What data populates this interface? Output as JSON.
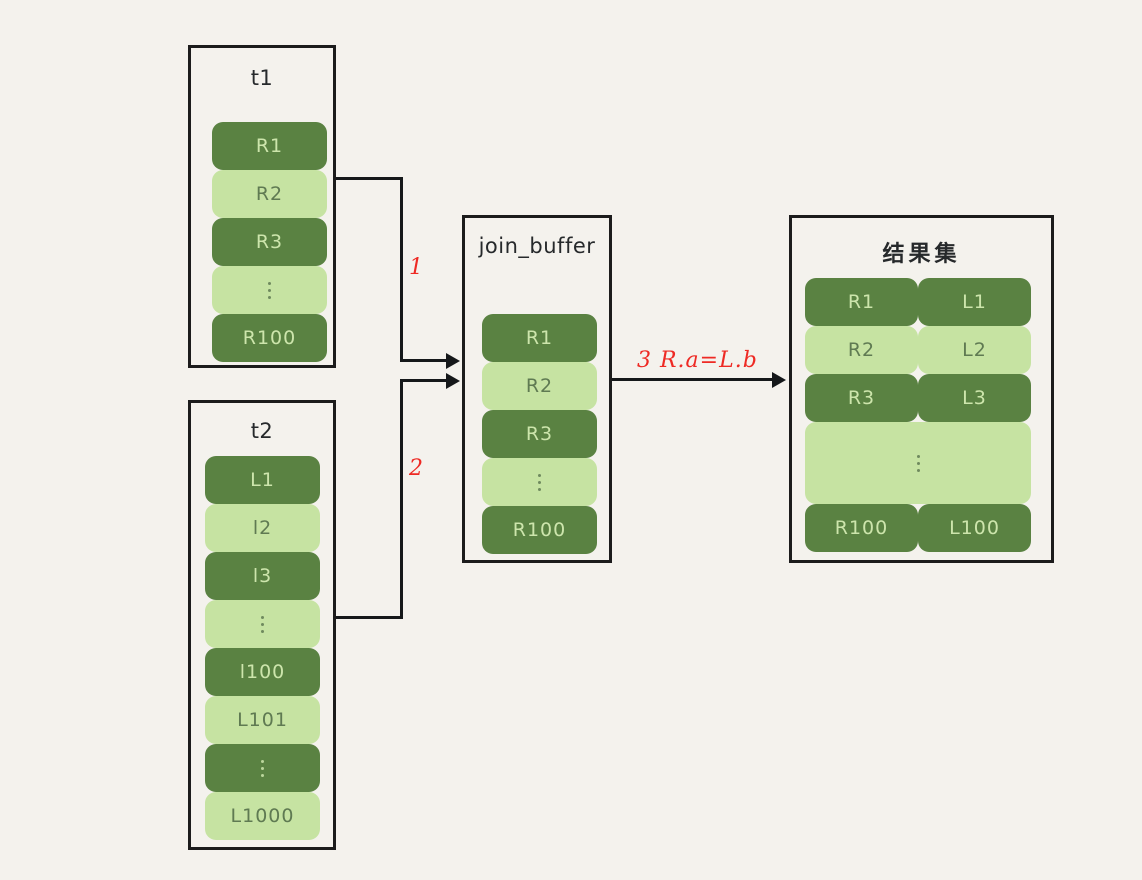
{
  "diagram": {
    "title_hint": "MySQL Block Nested Loop Join (join_buffer) diagram",
    "background_color": "#f4f2ed",
    "colors": {
      "dark_green": "#5a8242",
      "light_green": "#c6e3a2",
      "annotation_red": "#ee2a24",
      "border": "#1c1c1c"
    }
  },
  "tables": {
    "t1": {
      "label": "t1",
      "rows": [
        {
          "text": "R1",
          "tone": "dark"
        },
        {
          "text": "R2",
          "tone": "light"
        },
        {
          "text": "R3",
          "tone": "dark"
        },
        {
          "text": "",
          "tone": "light",
          "ellipsis": true
        },
        {
          "text": "R100",
          "tone": "dark"
        }
      ]
    },
    "t2": {
      "label": "t2",
      "rows": [
        {
          "text": "L1",
          "tone": "dark"
        },
        {
          "text": "l2",
          "tone": "light"
        },
        {
          "text": "l3",
          "tone": "dark"
        },
        {
          "text": "",
          "tone": "light",
          "ellipsis": true
        },
        {
          "text": "l100",
          "tone": "dark"
        },
        {
          "text": "L101",
          "tone": "light"
        },
        {
          "text": "",
          "tone": "dark",
          "ellipsis": true
        },
        {
          "text": "L1000",
          "tone": "light"
        }
      ]
    },
    "join_buffer": {
      "label": "join_buffer",
      "rows": [
        {
          "text": "R1",
          "tone": "dark"
        },
        {
          "text": "R2",
          "tone": "light"
        },
        {
          "text": "R3",
          "tone": "dark"
        },
        {
          "text": "",
          "tone": "light",
          "ellipsis": true
        },
        {
          "text": "R100",
          "tone": "dark"
        }
      ]
    },
    "result_set": {
      "label": "结果集",
      "rows": [
        {
          "left": "R1",
          "right": "L1",
          "tone": "dark"
        },
        {
          "left": "R2",
          "right": "L2",
          "tone": "light"
        },
        {
          "left": "R3",
          "right": "L3",
          "tone": "dark"
        },
        {
          "left": "",
          "right": "",
          "tone": "light",
          "ellipsis": true,
          "merged": true
        },
        {
          "left": "R100",
          "right": "L100",
          "tone": "dark"
        }
      ]
    }
  },
  "annotations": {
    "step1": "1",
    "step2": "2",
    "step3": "3  R.a=L.b"
  }
}
